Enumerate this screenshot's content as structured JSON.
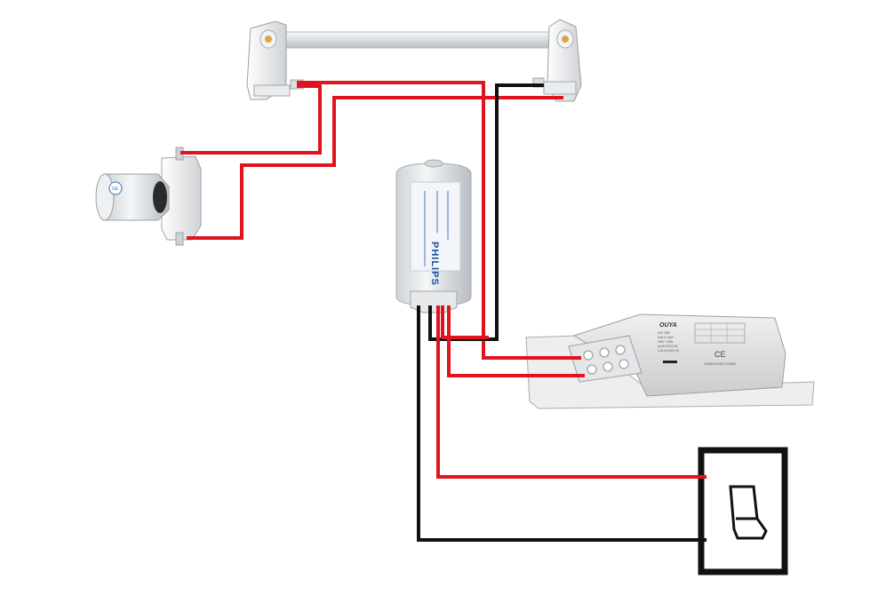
{
  "colors": {
    "phase_wire": "#e0141e",
    "neutral_wire": "#111111",
    "capacitor_label": "#1f4f9a",
    "background": "#ffffff"
  },
  "ballast": {
    "brand": "OUYA",
    "mark": "CE",
    "spec_lines": [
      "LW2 36W",
      "Safe to 40W",
      "240V~ 50Hz",
      "tw130 220V/-45",
      "0.18 uF(150V+0)"
    ],
    "guarantee": "GUARANTEED 3 YEARS"
  },
  "capacitor": {
    "brand": "PHILIPS"
  },
  "starter": {
    "brand": "GE"
  },
  "icons": [
    "fluorescent-tube-icon",
    "starter-icon",
    "capacitor-icon",
    "ballast-icon",
    "rocker-switch-icon"
  ]
}
